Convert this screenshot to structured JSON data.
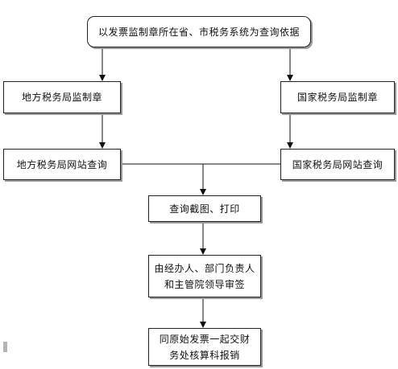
{
  "nodes": {
    "top": "以发票监制章所在省、市税务系统为查询依据",
    "local_seal": "地方税务局监制章",
    "national_seal": "国家税务局监制章",
    "local_site": "地方税务局网站查询",
    "national_site": "国家税务局网站查询",
    "screenshot": "查询截图、打印",
    "approval_line1": "由经办人、部门负责人",
    "approval_line2": "和主管院领导审签",
    "submit_line1": "同原始发票一起交财",
    "submit_line2": "务处核算科报销"
  }
}
